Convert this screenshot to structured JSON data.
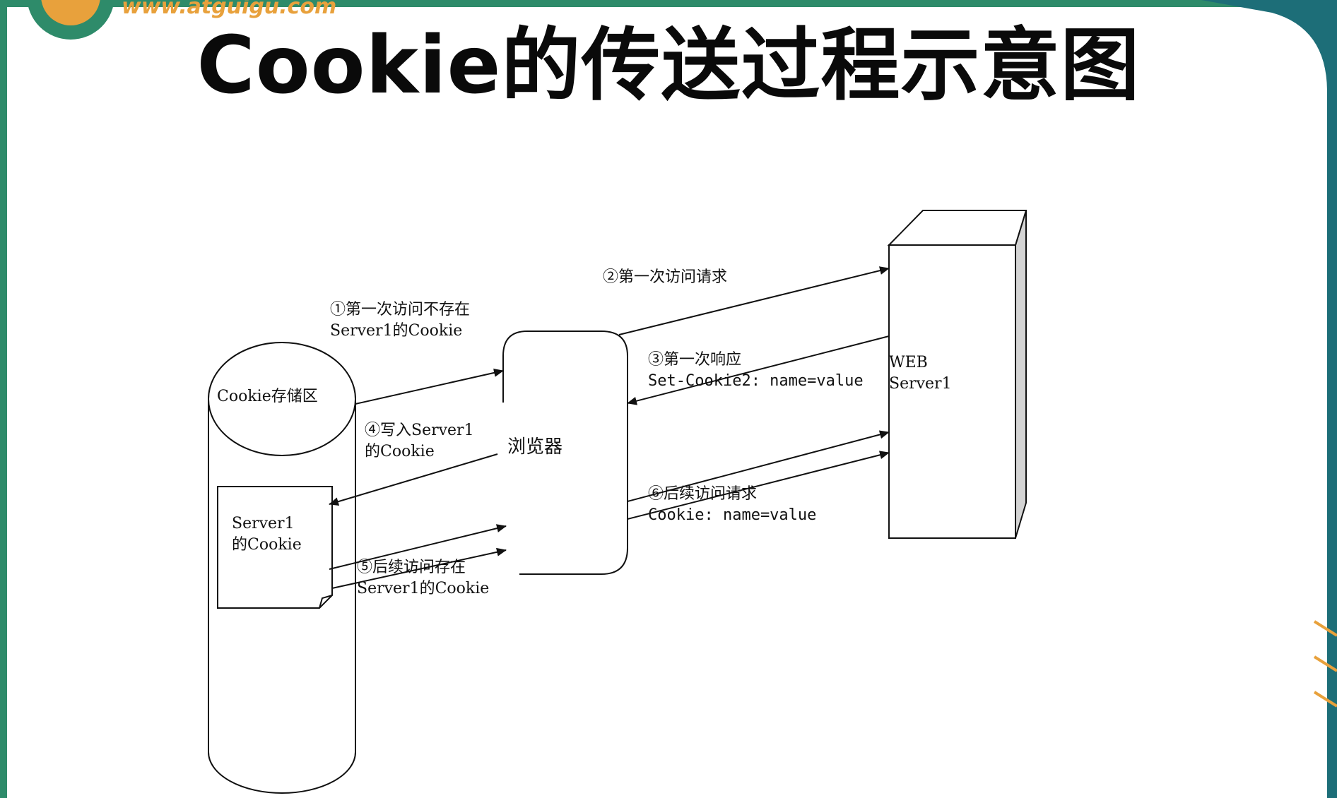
{
  "header": {
    "site_url": "www.atguigu.com",
    "title": "Cookie的传送过程示意图"
  },
  "diagram": {
    "storage_label": "Cookie存储区",
    "cookie_file_label": [
      "Server1",
      "的Cookie"
    ],
    "browser_label": "浏览器",
    "server_label": [
      "WEB",
      "Server1"
    ],
    "steps": {
      "step1": [
        "①第一次访问不存在",
        "Server1的Cookie"
      ],
      "step2": "②第一次访问请求",
      "step3": [
        "③第一次响应",
        "Set-Cookie2: name=value"
      ],
      "step4": [
        "④写入Server1",
        "的Cookie"
      ],
      "step5": [
        "⑤后续访问存在",
        "Server1的Cookie"
      ],
      "step6": [
        "⑥后续访问请求",
        "Cookie: name=value"
      ]
    }
  },
  "colors": {
    "frame_green": "#2e8b6a",
    "frame_teal": "#1d6e78",
    "logo_orange": "#e8a13c",
    "line": "#111111",
    "server_side": "#d4d4d4"
  }
}
